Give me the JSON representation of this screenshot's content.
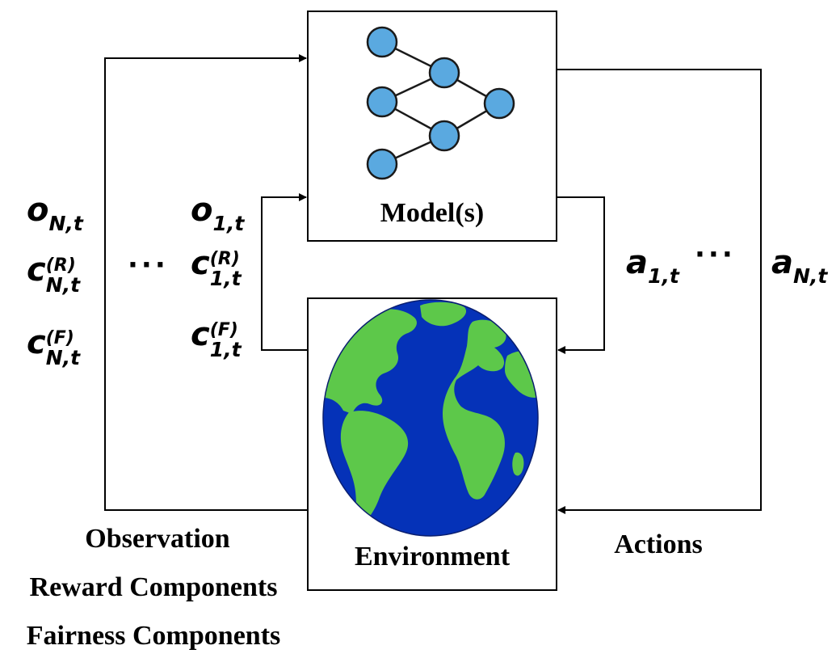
{
  "model": {
    "label": "Model(s)"
  },
  "environment": {
    "label": "Environment"
  },
  "left_labels": {
    "observation": "Observation",
    "reward": "Reward Components",
    "fairness": "Fairness Components"
  },
  "right_labels": {
    "actions": "Actions"
  },
  "agent_n": {
    "o_base": "o",
    "o_sub": "N,t",
    "cR_base": "c",
    "cR_sup": "(R)",
    "cR_sub": "N,t",
    "cF_base": "c",
    "cF_sup": "(F)",
    "cF_sub": "N,t"
  },
  "agent_1": {
    "o_base": "o",
    "o_sub": "1,t",
    "cR_base": "c",
    "cR_sup": "(R)",
    "cR_sub": "1,t",
    "cF_base": "c",
    "cF_sup": "(F)",
    "cF_sub": "1,t"
  },
  "actions": {
    "a1_base": "a",
    "a1_sub": "1,t",
    "aN_base": "a",
    "aN_sub": "N,t"
  },
  "ellipsis": "···",
  "colors": {
    "node": "#5aa9e0",
    "ocean": "#0532b8",
    "land": "#5dc84a",
    "line": "#000000"
  }
}
